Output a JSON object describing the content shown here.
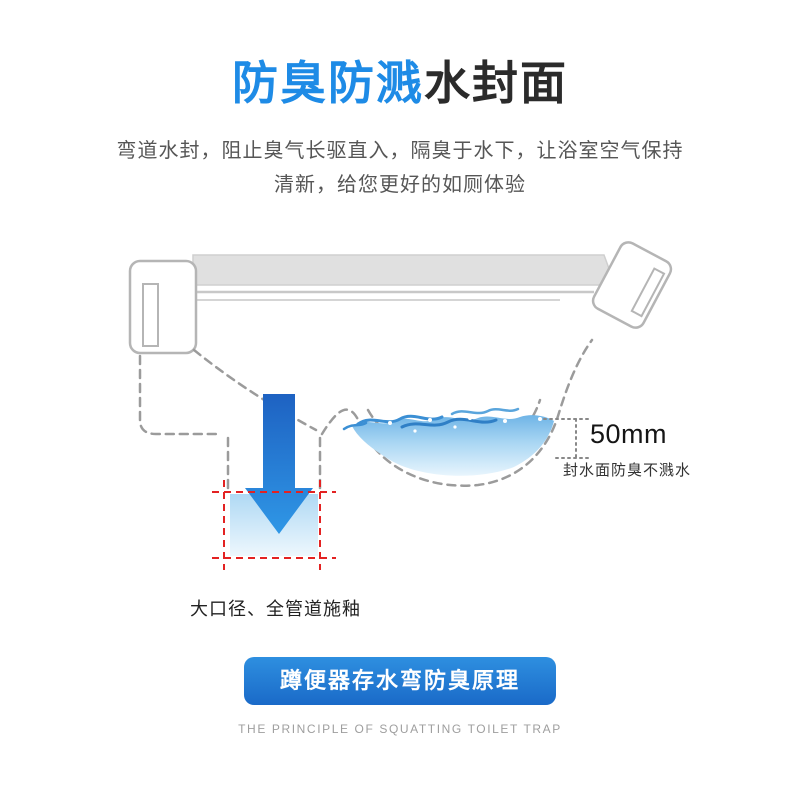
{
  "title": {
    "highlight": "防臭防溅",
    "rest": "水封面"
  },
  "subtitle": {
    "line1": "弯道水封，阻止臭气长驱直入，隔臭于水下，让浴室空气保持",
    "line2": "清新，给您更好的如厕体验"
  },
  "diagram": {
    "dimension_value": "50mm",
    "dimension_caption": "封水面防臭不溅水",
    "glaze_label": "大口径、全管道施釉",
    "icons": {
      "flow_arrow": "down-arrow-icon",
      "marker_box": "red-dashed-marker"
    },
    "colors": {
      "accent_blue": "#1E8BE6",
      "arrow_blue": "#2470CE",
      "water_blue": "#6FB4E6",
      "marker_red": "#E32222",
      "banner_blue": "#1C74D2"
    }
  },
  "footer": {
    "banner_label": "蹲便器存水弯防臭原理",
    "caption": "THE PRINCIPLE OF SQUATTING TOILET TRAP"
  }
}
